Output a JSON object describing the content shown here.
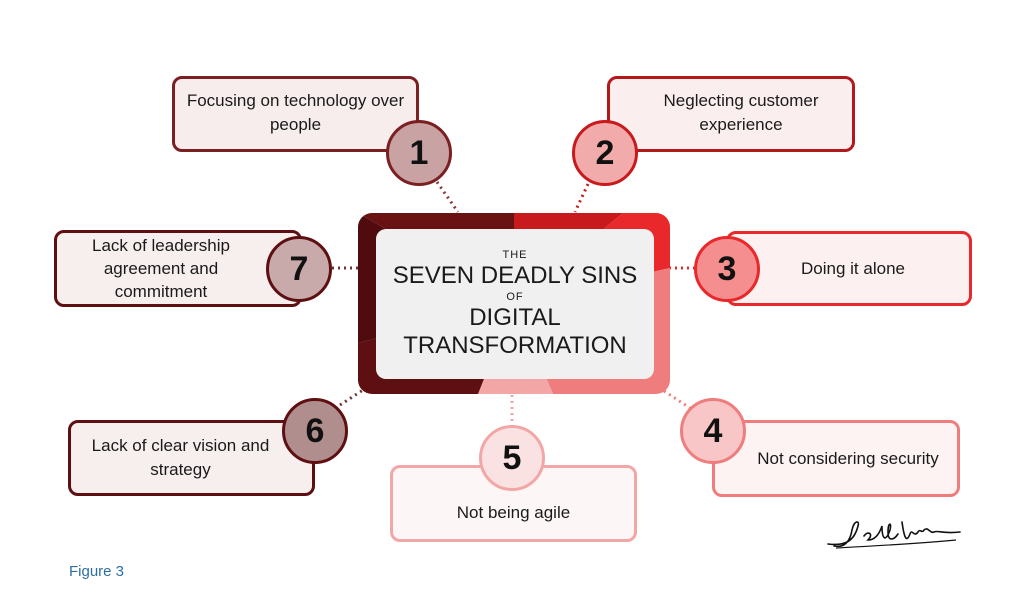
{
  "center": {
    "line1": "THE",
    "line2": "SEVEN DEADLY SINS",
    "line3": "OF",
    "line4": "DIGITAL",
    "line5": "TRANSFORMATION"
  },
  "sins": [
    {
      "number": "1",
      "text": "Focusing on technology over people"
    },
    {
      "number": "2",
      "text": "Neglecting customer experience"
    },
    {
      "number": "3",
      "text": "Doing it alone"
    },
    {
      "number": "4",
      "text": "Not considering security"
    },
    {
      "number": "5",
      "text": "Not being agile"
    },
    {
      "number": "6",
      "text": "Lack of clear vision and strategy"
    },
    {
      "number": "7",
      "text": "Lack of leadership agreement and commitment"
    }
  ],
  "caption": "Figure 3",
  "signature": "Jeff Winter",
  "colors": {
    "dark_maroon": "#5e0f12",
    "maroon": "#7a1f22",
    "red": "#c8191c",
    "bright_red": "#e8282a",
    "salmon": "#ef7d7d",
    "pink": "#f3a6a6",
    "center_bg": "#f0f0f0",
    "caption": "#2e6fa3"
  }
}
